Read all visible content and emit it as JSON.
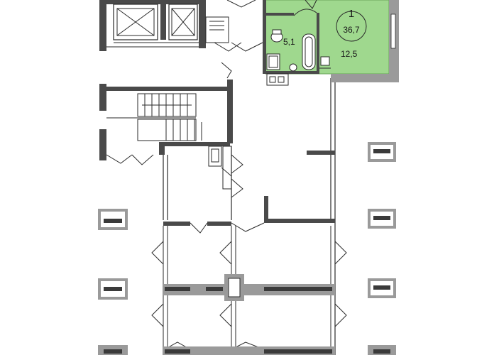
{
  "colors": {
    "wall": "#4a4a4a",
    "wall_light": "#9a9a9a",
    "outline": "#2a2a2a",
    "highlight_fill": "#9fd88e",
    "highlight_stroke": "#6aa55a",
    "window": "#3a3a3a",
    "background": "#ffffff"
  },
  "apartment": {
    "number": "1",
    "total_area": "36,7",
    "rooms": [
      {
        "id": "bathroom",
        "area": "5,1"
      },
      {
        "id": "living-room",
        "area": "12,5"
      }
    ]
  }
}
